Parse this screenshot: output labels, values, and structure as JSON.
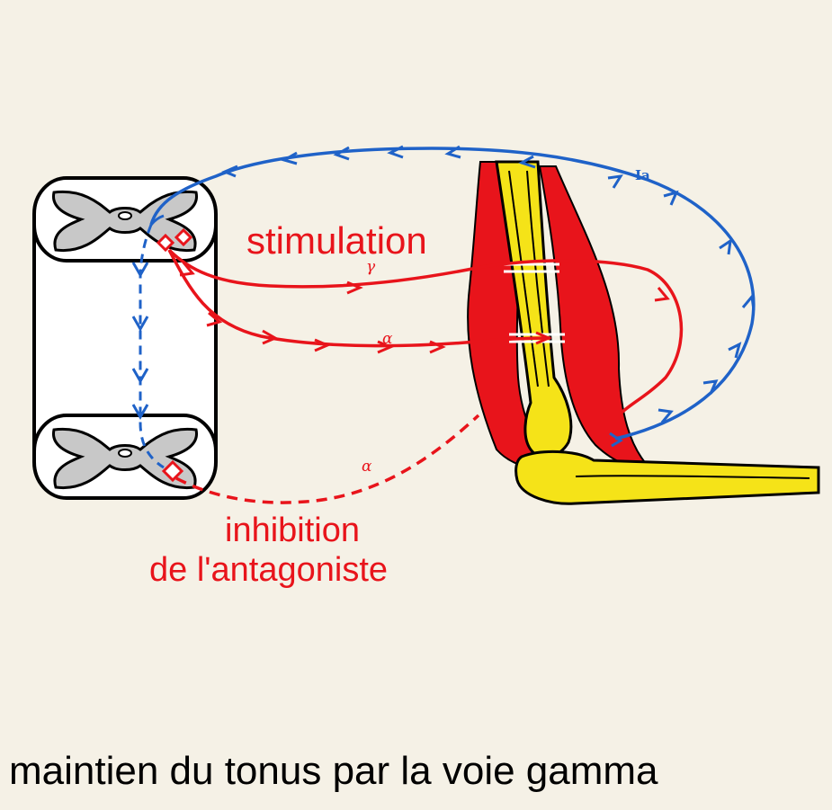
{
  "labels": {
    "stimulation": "stimulation",
    "inhibition_line1": "inhibition",
    "inhibition_line2": "de l'antagoniste",
    "gamma": "γ",
    "alpha_stim": "α",
    "alpha_inhib": "α",
    "ia": "Ia"
  },
  "caption": "maintien du tonus par la voie gamma",
  "colors": {
    "background": "#f5f1e6",
    "nerve_red": "#e8141b",
    "afferent_blue": "#1f62c8",
    "bone_yellow": "#f5e318",
    "grey_matter": "#c8c8c8"
  },
  "icons": {
    "arrow": "chevron-arrowhead",
    "synapse": "diamond-synapse"
  }
}
